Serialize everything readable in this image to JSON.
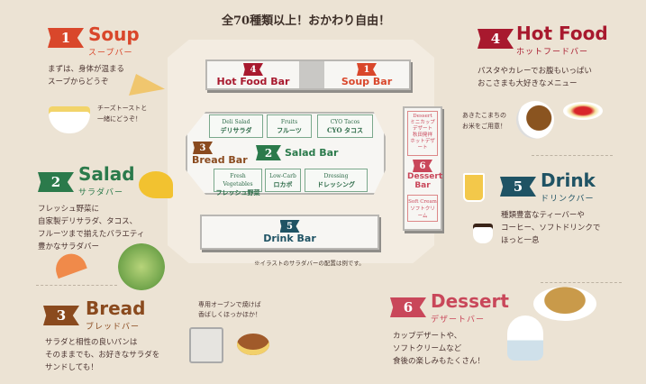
{
  "headline": "全70種類以上！おかわり自由！",
  "map": {
    "hotfood_bar": {
      "num": "4",
      "label": "Hot Food Bar"
    },
    "soup_bar": {
      "num": "1",
      "label": "Soup Bar"
    },
    "bread_bar": {
      "num": "3",
      "label": "Bread Bar"
    },
    "salad_bar": {
      "num": "2",
      "label": "Salad Bar"
    },
    "salad_cells": [
      {
        "en": "Deli Salad",
        "ja": "デリサラダ"
      },
      {
        "en": "Fruits",
        "ja": "フルーツ"
      },
      {
        "en": "CYO Tacos",
        "ja": "CYO タコス"
      },
      {
        "en": "Fresh Vegetables",
        "ja": "フレッシュ野菜"
      },
      {
        "en": "Low-Carb",
        "ja": "ロカボ"
      },
      {
        "en": "Dressing",
        "ja": "ドレッシング"
      }
    ],
    "dessert_bar": {
      "num": "6",
      "label": "Dessert Bar",
      "top_en": "Dessert",
      "top_ja": "ミニカップデザート 秋田発祥 ホットデザート",
      "bottom_en": "Soft Cream",
      "bottom_ja": "ソフトクリーム"
    },
    "drink_bar": {
      "num": "5",
      "label": "Drink Bar"
    },
    "note": "※イラストのサラダバーの配置は例です。"
  },
  "sections": {
    "soup": {
      "num": "1",
      "title": "Soup",
      "sub": "スープバー",
      "desc": "まずは、身体が温まる\nスープからどうぞ",
      "aside": "チーズトーストと\n一緒にどうぞ！",
      "color": "#d9472b"
    },
    "salad": {
      "num": "2",
      "title": "Salad",
      "sub": "サラダバー",
      "desc": "フレッシュ野菜に\n自家製デリサラダ、タコス、\nフルーツまで揃えたバラエティ\n豊かなサラダバー",
      "color": "#2b7a4b"
    },
    "bread": {
      "num": "3",
      "title": "Bread",
      "sub": "ブレッドバー",
      "desc": "サラダと相性の良いパンは\nそのままでも、お好きなサラダを\nサンドしても！",
      "aside": "専用オーブンで焼けば\n香ばしくほっかほか！",
      "color": "#8a4a1e"
    },
    "hotfood": {
      "num": "4",
      "title": "Hot Food",
      "sub": "ホットフードバー",
      "desc": "パスタやカレーでお腹もいっぱい\nおこさまも大好きなメニュー",
      "aside": "あきたこまちの\nお米をご用意！",
      "color": "#a8192e"
    },
    "drink": {
      "num": "5",
      "title": "Drink",
      "sub": "ドリンクバー",
      "desc": "種類豊富なティーバーや\nコーヒー、ソフトドリンクで\nほっと一息",
      "color": "#1f5364"
    },
    "dessert": {
      "num": "6",
      "title": "Dessert",
      "sub": "デザートバー",
      "desc": "カップデザートや、\nソフトクリームなど\n食後の楽しみもたくさん！",
      "color": "#c9475a"
    }
  }
}
